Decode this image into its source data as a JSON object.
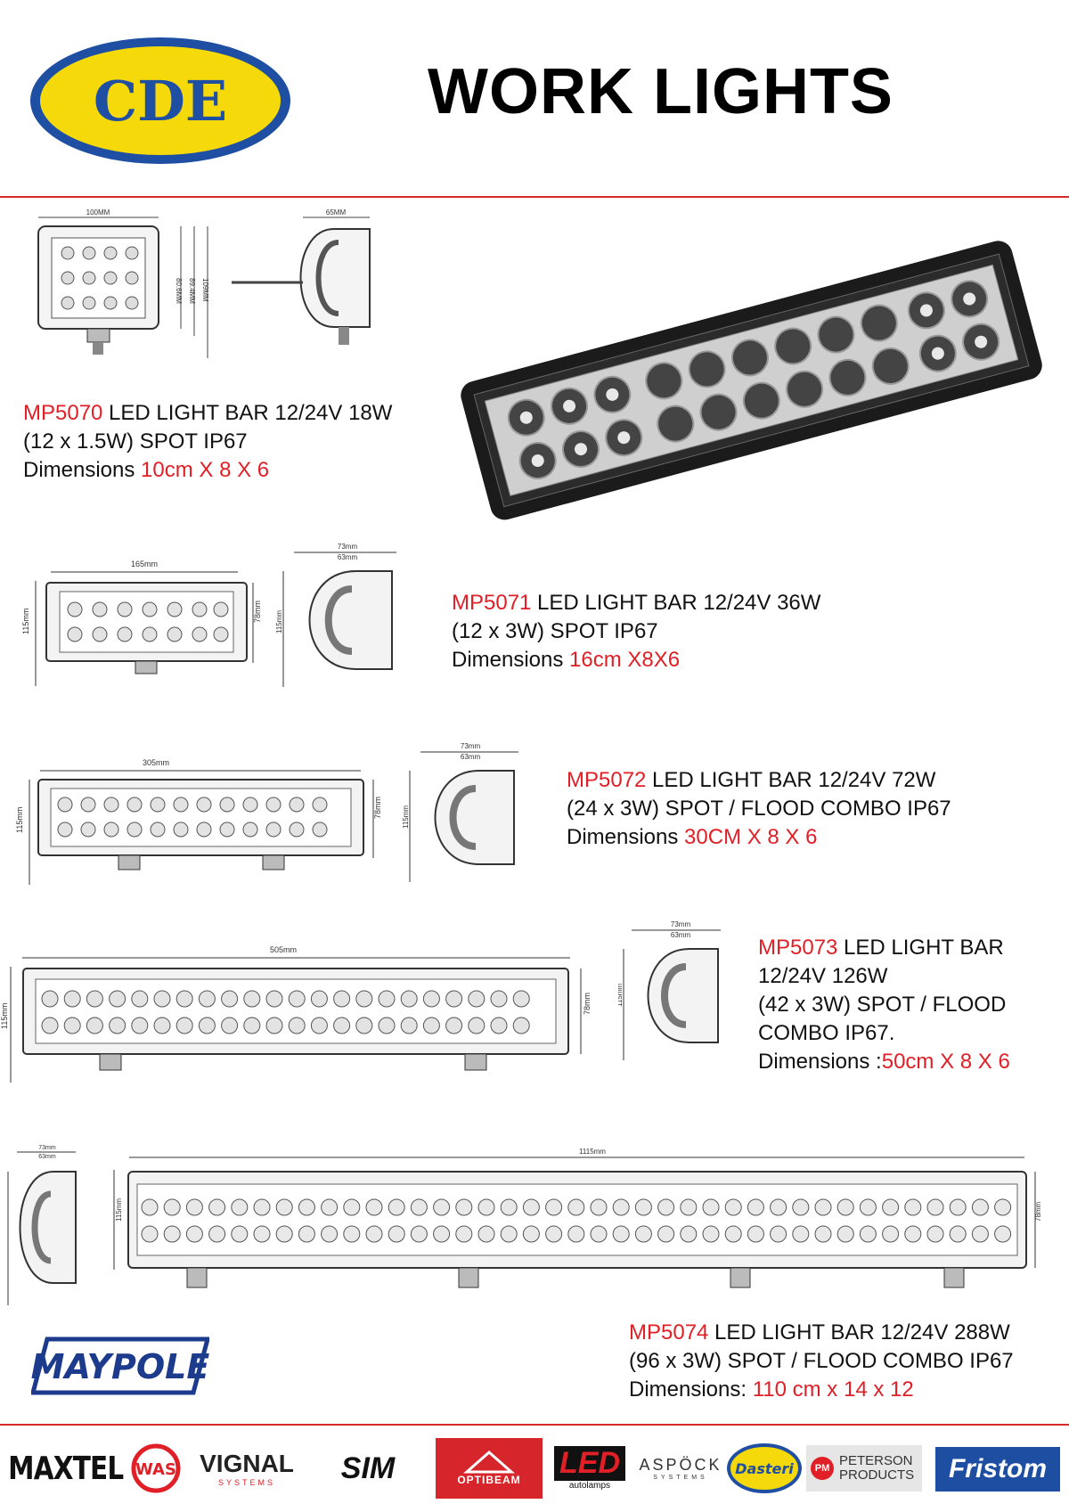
{
  "header": {
    "logo_text": "CDE",
    "title": "WORK LIGHTS"
  },
  "colors": {
    "accent_red": "#e01f26",
    "logo_yellow": "#f5d90a",
    "logo_blue": "#1f4fa3"
  },
  "products": [
    {
      "code": "MP5070",
      "line1_rest": " LED LIGHT BAR 12/24V 18W",
      "line2": "(12 x 1.5W) SPOT IP67",
      "dim_label": "Dimensions ",
      "dim_value": "10cm X 8 X 6",
      "drawing_labels": {
        "width": "100MM",
        "side": "65MM",
        "h1": "80.6MM",
        "h2": "89.4MM",
        "h3": "109MM"
      }
    },
    {
      "code": "MP5071",
      "line1_rest": " LED LIGHT BAR 12/24V 36W",
      "line2": "(12 x 3W) SPOT IP67",
      "dim_label": "Dimensions ",
      "dim_value": "16cm X8X6",
      "drawing_labels": {
        "width": "165mm",
        "height_total": "115mm",
        "height_body": "78mm",
        "side_a": "73mm",
        "side_b": "63mm",
        "side_h": "115mm"
      }
    },
    {
      "code": "MP5072",
      "line1_rest": " LED LIGHT BAR 12/24V 72W",
      "line2": "(24 x 3W) SPOT / FLOOD COMBO IP67",
      "dim_label": "Dimensions ",
      "dim_value": "30CM X 8 X 6",
      "drawing_labels": {
        "width": "305mm",
        "height_total": "115mm",
        "height_body": "78mm",
        "side_a": "73mm",
        "side_b": "63mm",
        "side_h": "115mm"
      }
    },
    {
      "code": "MP5073",
      "line1_rest": " LED LIGHT BAR",
      "line2": "12/24V 126W",
      "line3": "(42 x 3W) SPOT / FLOOD",
      "line4": "COMBO IP67.",
      "dim_label": "Dimensions :",
      "dim_value": "50cm X 8 X 6",
      "drawing_labels": {
        "width": "505mm",
        "height_total": "115mm",
        "height_body": "78mm",
        "side_a": "73mm",
        "side_b": "63mm",
        "side_h": "115mm"
      }
    },
    {
      "code": "MP5074",
      "line1_rest": " LED LIGHT BAR 12/24V 288W",
      "line2": "(96 x 3W) SPOT / FLOOD COMBO IP67",
      "dim_label": "Dimensions: ",
      "dim_value": "110 cm x 14 x 12",
      "drawing_labels": {
        "width": "1115mm",
        "height_total": "115mm",
        "height_body": "78mm",
        "side_a": "73mm",
        "side_b": "63mm"
      }
    }
  ],
  "footer_logos": {
    "maypole": "MAYPOLE",
    "brands": [
      "MAXTEL",
      "WAS",
      "VIGNAL",
      "SIM",
      "OPTIBEAM",
      "LED",
      "ASPÖCK",
      "Dasteri",
      "PETERSON PRODUCTS",
      "Fristom"
    ],
    "vignal_sub": "SYSTEMS",
    "led_sub": "autolamps",
    "aspock_sub": "SYSTEMS",
    "peterson_mark": "PM"
  }
}
